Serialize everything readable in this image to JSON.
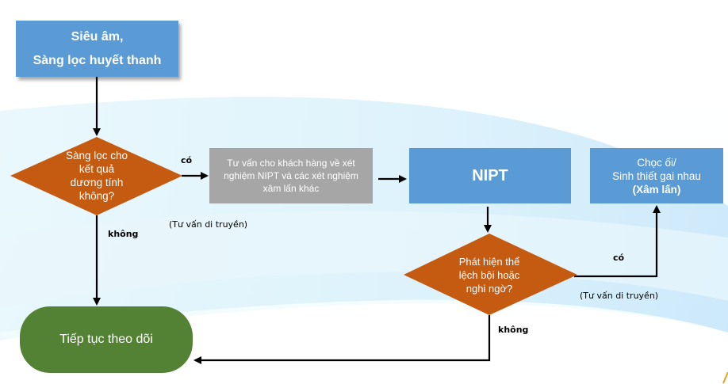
{
  "colors": {
    "process_blue": "#5b9bd5",
    "decision_orange": "#c55a11",
    "counsel_gray": "#a6a6a6",
    "terminal_green": "#548235",
    "connector": "#000000"
  },
  "nodes": {
    "screening": {
      "line1": "Siêu âm,",
      "line2": "Sàng lọc huyết thanh"
    },
    "decision1": {
      "lines": [
        "Sàng lọc cho",
        "kết quả",
        "dương tính",
        "không?"
      ]
    },
    "counseling": {
      "lines": [
        "Tư vấn cho khách hàng về xét",
        "nghiệm NIPT và các xét nghiệm",
        "xâm lấn khác"
      ]
    },
    "nipt": {
      "label": "NIPT"
    },
    "invasive": {
      "line1": "Chọc ối/",
      "line2": "Sinh thiết gai nhau",
      "line3": "(Xâm lấn)"
    },
    "decision2": {
      "lines": [
        "Phát hiện thể",
        "lệch bội hoặc",
        "nghi ngờ?"
      ]
    },
    "follow_up": {
      "label": "Tiếp tục theo dõi"
    }
  },
  "edge_labels": {
    "d1_yes": "có",
    "d1_no": "không",
    "d1_note": "(Tư vấn di truyền)",
    "d2_yes": "có",
    "d2_no": "không",
    "d2_note": "(Tư vấn di truyền)"
  }
}
